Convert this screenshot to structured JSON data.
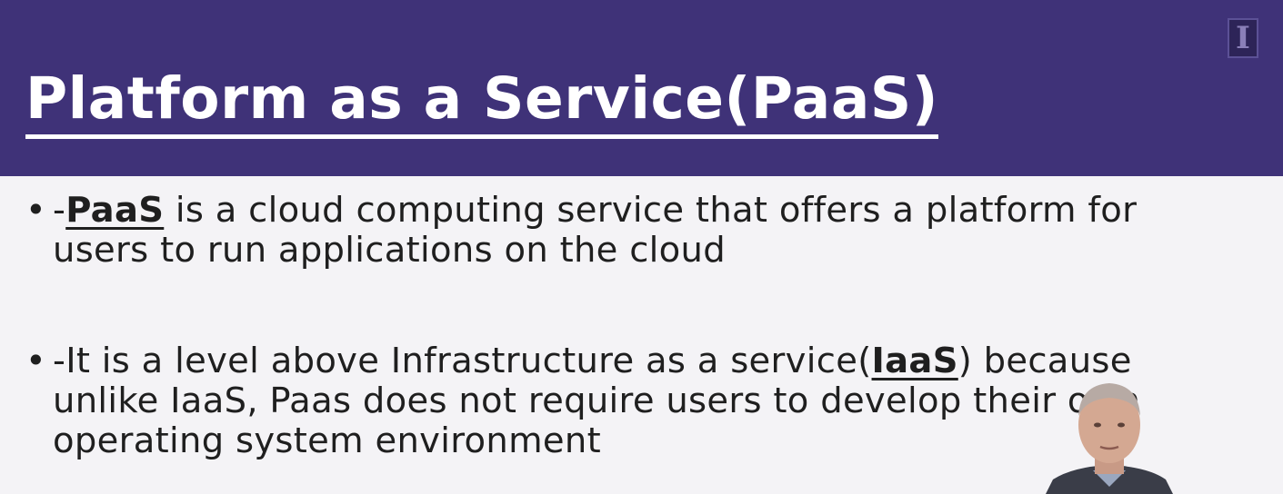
{
  "header": {
    "title": "Platform as a Service(PaaS)",
    "logo_letter": "I"
  },
  "bullets": [
    {
      "marker": "•",
      "prefix": "-",
      "term": "PaaS",
      "rest": " is a cloud computing service that offers a platform for users to run applications on the cloud"
    },
    {
      "marker": "•",
      "prefix": "-It is a level above Infrastructure as a service(",
      "term": "IaaS",
      "rest": ") because unlike IaaS, Paas does not require users to develop their own operating system environment"
    }
  ],
  "colors": {
    "header_bg": "#3f3278",
    "slide_bg": "#f4f3f6",
    "text": "#1f1f1f"
  }
}
